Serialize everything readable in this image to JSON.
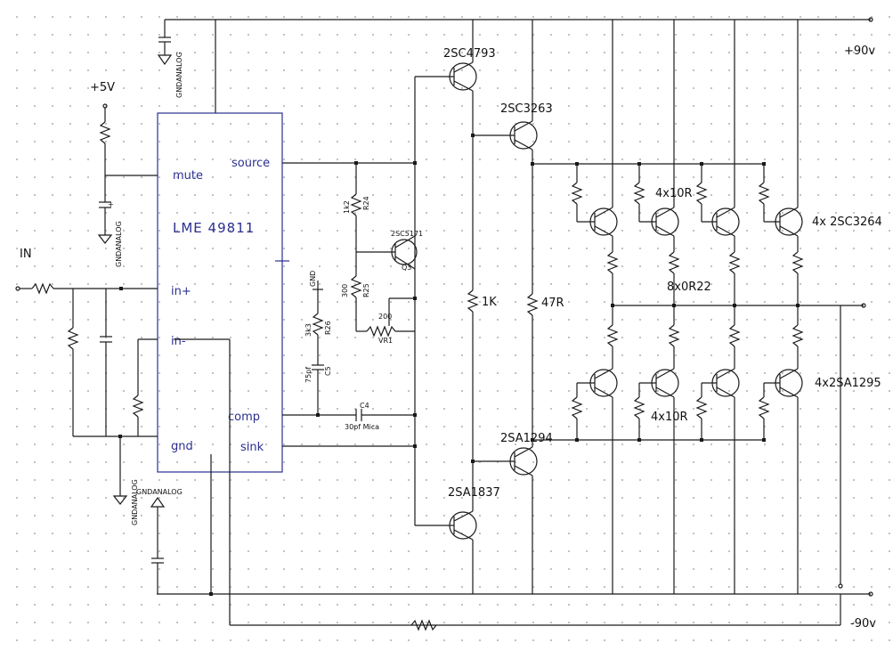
{
  "ic": {
    "name": "LME 49811",
    "pins": {
      "mute": "mute",
      "source": "source",
      "in_plus": "in+",
      "in_minus": "in-",
      "comp": "comp",
      "sink": "sink",
      "gnd": "gnd"
    }
  },
  "labels": {
    "in": "IN",
    "plus5v": "+5V",
    "plus90v": "+90v",
    "minus90v": "-90v",
    "gndanalog_top": "GNDANALOG",
    "gndanalog_mute": "GNDANALOG",
    "gndanalog_bottom_1": "GNDANALOG",
    "gndanalog_bottom_2": "GNDANALOG",
    "gnd_small": "GND"
  },
  "components": {
    "q_2sc4793": "2SC4793",
    "q_2sc3263": "2SC3263",
    "q_2sa1294": "2SA1294",
    "q_2sa1837": "2SA1837",
    "q3_part": "2SC5171",
    "q3_ref": "Q3",
    "out_npn": "4x 2SC3264",
    "out_pnp": "4x2SA1295",
    "base_res_top": "4x10R",
    "base_res_bottom": "4x10R",
    "emitter_res": "8x0R22",
    "r_1k": "1K",
    "r_47r": "47R",
    "r24_value": "1k2",
    "r24_ref": "R24",
    "r25_value": "300",
    "r25_ref": "R25",
    "vr1_value": "200",
    "vr1_ref": "VR1",
    "r26_value": "3k3",
    "r26_ref": "R26",
    "c5_value": "75pf",
    "c5_ref": "C5",
    "c4_ref": "C4",
    "c4_value": "30pf Mica"
  }
}
